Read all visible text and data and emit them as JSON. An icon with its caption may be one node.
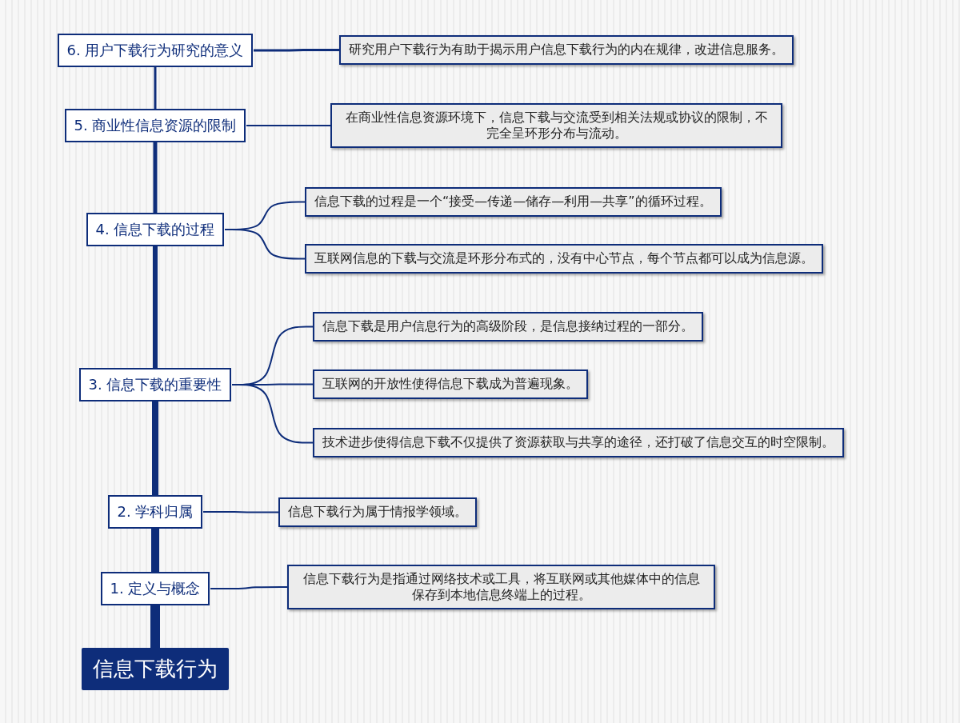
{
  "diagram": {
    "nodes": [
      {
        "text": [
          "信息下载行为"
        ]
      },
      {
        "text": [
          "1. 定义与概念"
        ]
      },
      {
        "text": [
          "2. 学科归属"
        ]
      },
      {
        "text": [
          "3. 信息下载的重要性"
        ]
      },
      {
        "text": [
          "4. 信息下载的过程"
        ]
      },
      {
        "text": [
          "5. 商业性信息资源的限制"
        ]
      },
      {
        "text": [
          "6. 用户下载行为研究的意义"
        ]
      },
      {
        "text": [
          "研究用户下载行为有助于揭示用户信息下载行为的内在规律，改进信息服务。"
        ]
      },
      {
        "text": [
          "在商业性信息资源环境下，信息下载与交流受到相关法规或协议的限制，不完全呈环形分布与流动。"
        ]
      },
      {
        "text": [
          "信息下载的过程是一个“接受—传递—储存—利用—共享”的循环过程。"
        ]
      },
      {
        "text": [
          "互联网信息的下载与交流是环形分布式的，没有中心节点，每个节点都可以成为信息源。"
        ]
      },
      {
        "text": [
          "信息下载是用户信息行为的高级阶段，是信息接纳过程的一部分。"
        ]
      },
      {
        "text": [
          "互联网的开放性使得信息下载成为普遍现象。"
        ]
      },
      {
        "text": [
          "技术进步使得信息下载不仅提供了资源获取与共享的途径，还打破了信息交互的时空限制。"
        ]
      },
      {
        "text": [
          "信息下载行为属于情报学领域。"
        ]
      },
      {
        "text": [
          "信息下载行为是指通过网络技术或工具，将互联网或其他媒体中的信息保存到本地信息终端上的过程。"
        ]
      }
    ],
    "edges": [
      {
        "from": 0,
        "to": 1,
        "arrow": "none",
        "style": "thick"
      },
      {
        "from": 1,
        "to": 2,
        "arrow": "none",
        "style": "thick"
      },
      {
        "from": 2,
        "to": 3,
        "arrow": "none",
        "style": "thick"
      },
      {
        "from": 3,
        "to": 4,
        "arrow": "none",
        "style": "thick"
      },
      {
        "from": 4,
        "to": 5,
        "arrow": "none",
        "style": "thick"
      },
      {
        "from": 5,
        "to": 6,
        "arrow": "none"
      },
      {
        "from": 6,
        "to": 7,
        "arrow": "none"
      },
      {
        "from": 5,
        "to": 8,
        "arrow": "none"
      },
      {
        "from": 4,
        "to": 9,
        "arrow": "none"
      },
      {
        "from": 4,
        "to": 10,
        "arrow": "none"
      },
      {
        "from": 3,
        "to": 11,
        "arrow": "none"
      },
      {
        "from": 3,
        "to": 12,
        "arrow": "none"
      },
      {
        "from": 3,
        "to": 13,
        "arrow": "none"
      },
      {
        "from": 2,
        "to": 14,
        "arrow": "none"
      },
      {
        "from": 1,
        "to": 15,
        "arrow": "none"
      }
    ]
  }
}
